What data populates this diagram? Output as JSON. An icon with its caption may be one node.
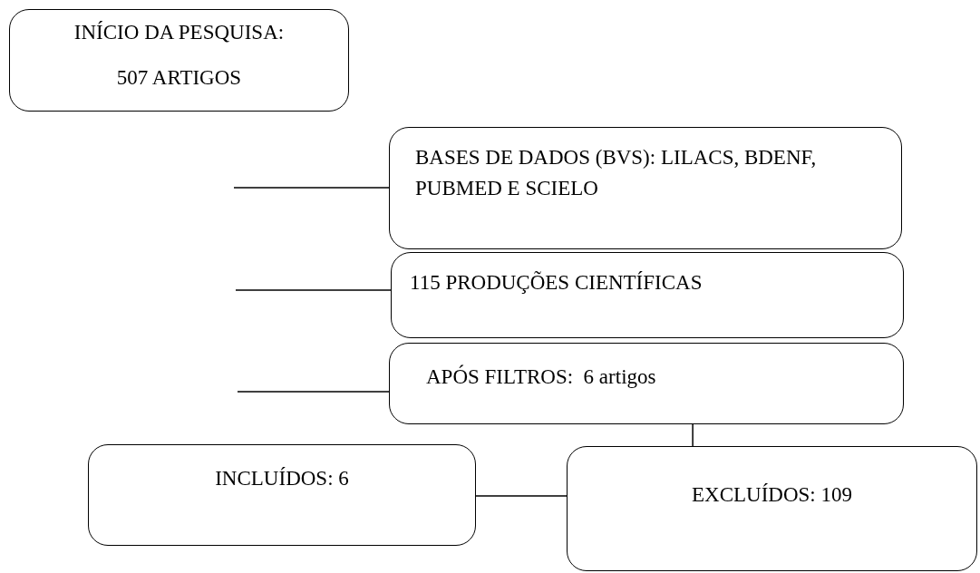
{
  "diagram": {
    "nodes": [
      {
        "text": [
          "INÍCIO DA PESQUISA:",
          "507 ARTIGOS"
        ]
      },
      {
        "text": [
          "BASES DE DADOS (BVS): LILACS, BDENF, PUBMED E SCIELO"
        ]
      },
      {
        "text": [
          "115 PRODUÇÕES CIENTÍFICAS"
        ]
      },
      {
        "text": [
          "APÓS FILTROS:  6 artigos"
        ]
      },
      {
        "text": [
          "INCLUÍDOS: 6"
        ]
      },
      {
        "text": [
          "EXCLUÍDOS: 109"
        ]
      }
    ],
    "edges": [
      {
        "from": null,
        "to": 1,
        "arrow": "none"
      },
      {
        "from": null,
        "to": 2,
        "arrow": "none"
      },
      {
        "from": null,
        "to": 3,
        "arrow": "none"
      },
      {
        "from": 3,
        "to": 5,
        "arrow": "none"
      },
      {
        "from": 4,
        "to": 5,
        "arrow": "none"
      }
    ]
  }
}
